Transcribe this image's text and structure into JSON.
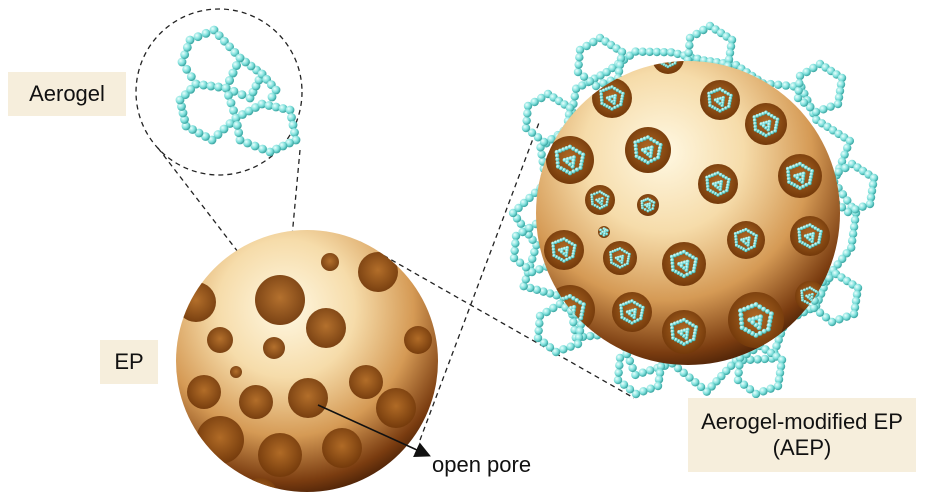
{
  "labels": {
    "aerogel": "Aerogel",
    "ep": "EP",
    "aep_line1": "Aerogel-modified EP",
    "aep_line2": "(AEP)",
    "open_pore": "open pore"
  },
  "colors": {
    "label_background": "#f6eedc",
    "aerogel_beads": "#7fe0dc",
    "sphere_light": "#fff6dc",
    "sphere_mid": "#e2b070",
    "sphere_dark": "#5a2a08",
    "pore": "#8a4a12"
  },
  "icons": [
    "aerogel-cluster-icon",
    "expanded-perlite-sphere-icon",
    "aerogel-modified-sphere-icon",
    "arrow-icon"
  ]
}
